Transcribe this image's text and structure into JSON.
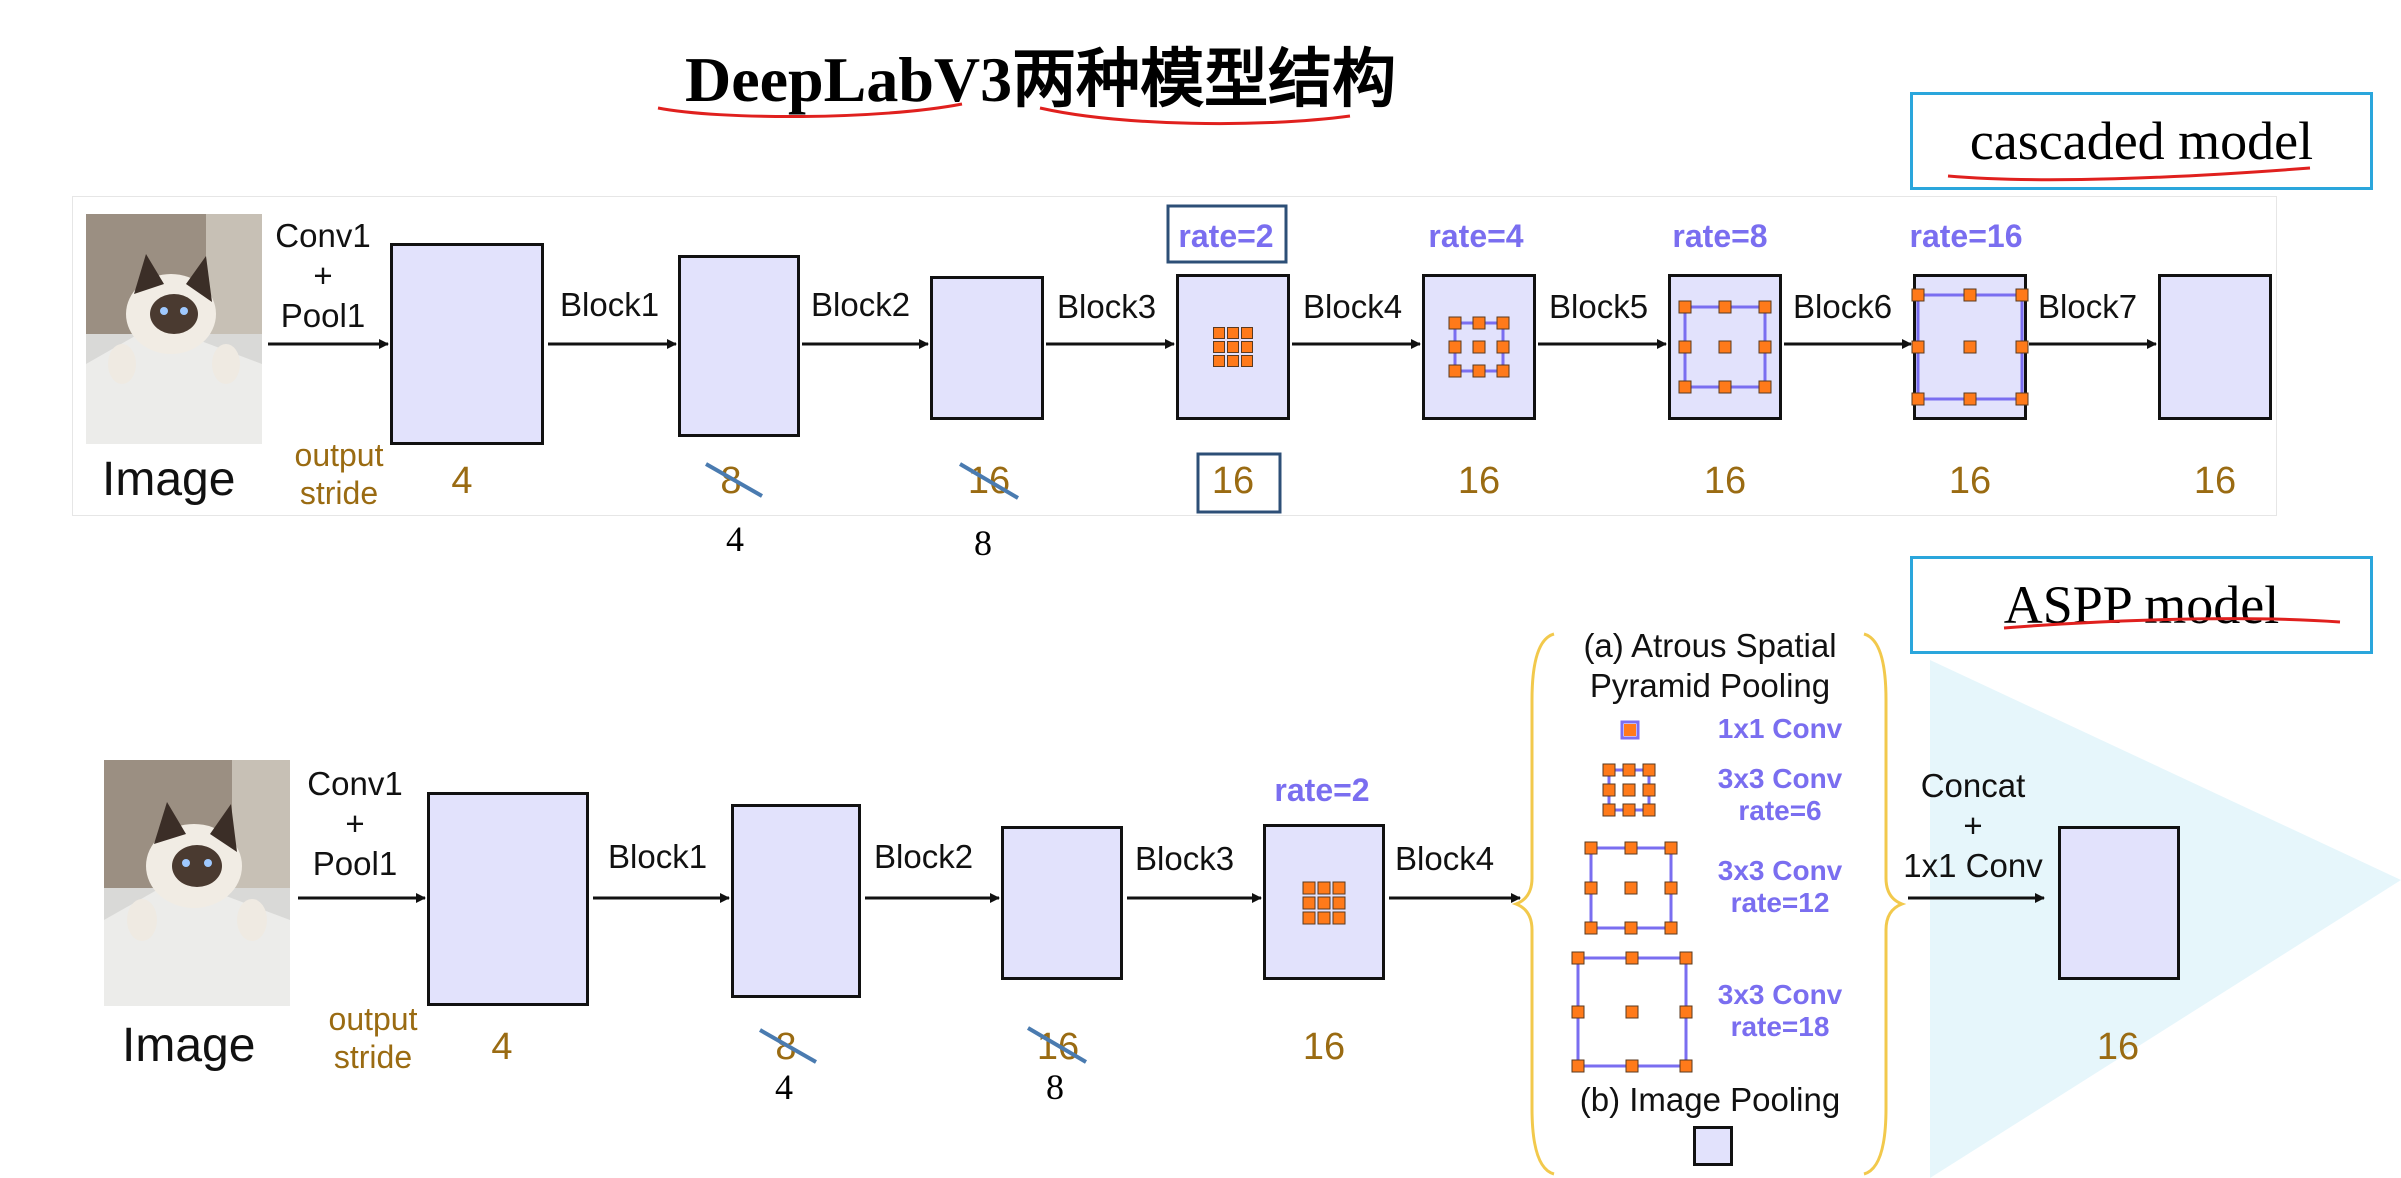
{
  "title": "DeepLabV3两种模型结构",
  "cascaded_label": "cascaded model",
  "aspp_label": "ASPP model",
  "cascaded": {
    "image_label": "Image",
    "conv_lines": [
      "Conv1",
      "+",
      "Pool1"
    ],
    "stride_lines": [
      "output",
      "stride"
    ],
    "blocks": [
      "Block1",
      "Block2",
      "Block3",
      "Block4",
      "Block5",
      "Block6",
      "Block7"
    ],
    "rates": [
      "rate=2",
      "rate=4",
      "rate=8",
      "rate=16"
    ],
    "strides": [
      "4",
      "8",
      "16",
      "16",
      "16",
      "16",
      "16",
      "16"
    ],
    "handwritten": [
      "4",
      "8"
    ]
  },
  "aspp": {
    "image_label": "Image",
    "conv_lines": [
      "Conv1",
      "+",
      "Pool1"
    ],
    "stride_lines": [
      "output",
      "stride"
    ],
    "blocks": [
      "Block1",
      "Block2",
      "Block3",
      "Block4"
    ],
    "rate": "rate=2",
    "strides": [
      "4",
      "8",
      "16",
      "16",
      "16"
    ],
    "handwritten": [
      "4",
      "8"
    ],
    "aspp_title_lines": [
      "(a) Atrous Spatial",
      "Pyramid Pooling"
    ],
    "branches": [
      {
        "line1": "1x1 Conv",
        "line2": ""
      },
      {
        "line1": "3x3 Conv",
        "line2": "rate=6"
      },
      {
        "line1": "3x3 Conv",
        "line2": "rate=12"
      },
      {
        "line1": "3x3 Conv",
        "line2": "rate=18"
      }
    ],
    "image_pooling": "(b) Image Pooling",
    "concat_lines": [
      "Concat",
      "+",
      "1x1 Conv"
    ]
  },
  "colors": {
    "block_fill": "#e2e2fc",
    "rate_text": "#7a6ef0",
    "stride_text": "#9a6b12",
    "kernel_dot": "#ff7a1a",
    "highlight_box": "#2d4f77",
    "underline": "#e0201e",
    "brace": "#f2c94c",
    "model_border": "#2aa6dc",
    "strike": "#4a7bb0"
  }
}
